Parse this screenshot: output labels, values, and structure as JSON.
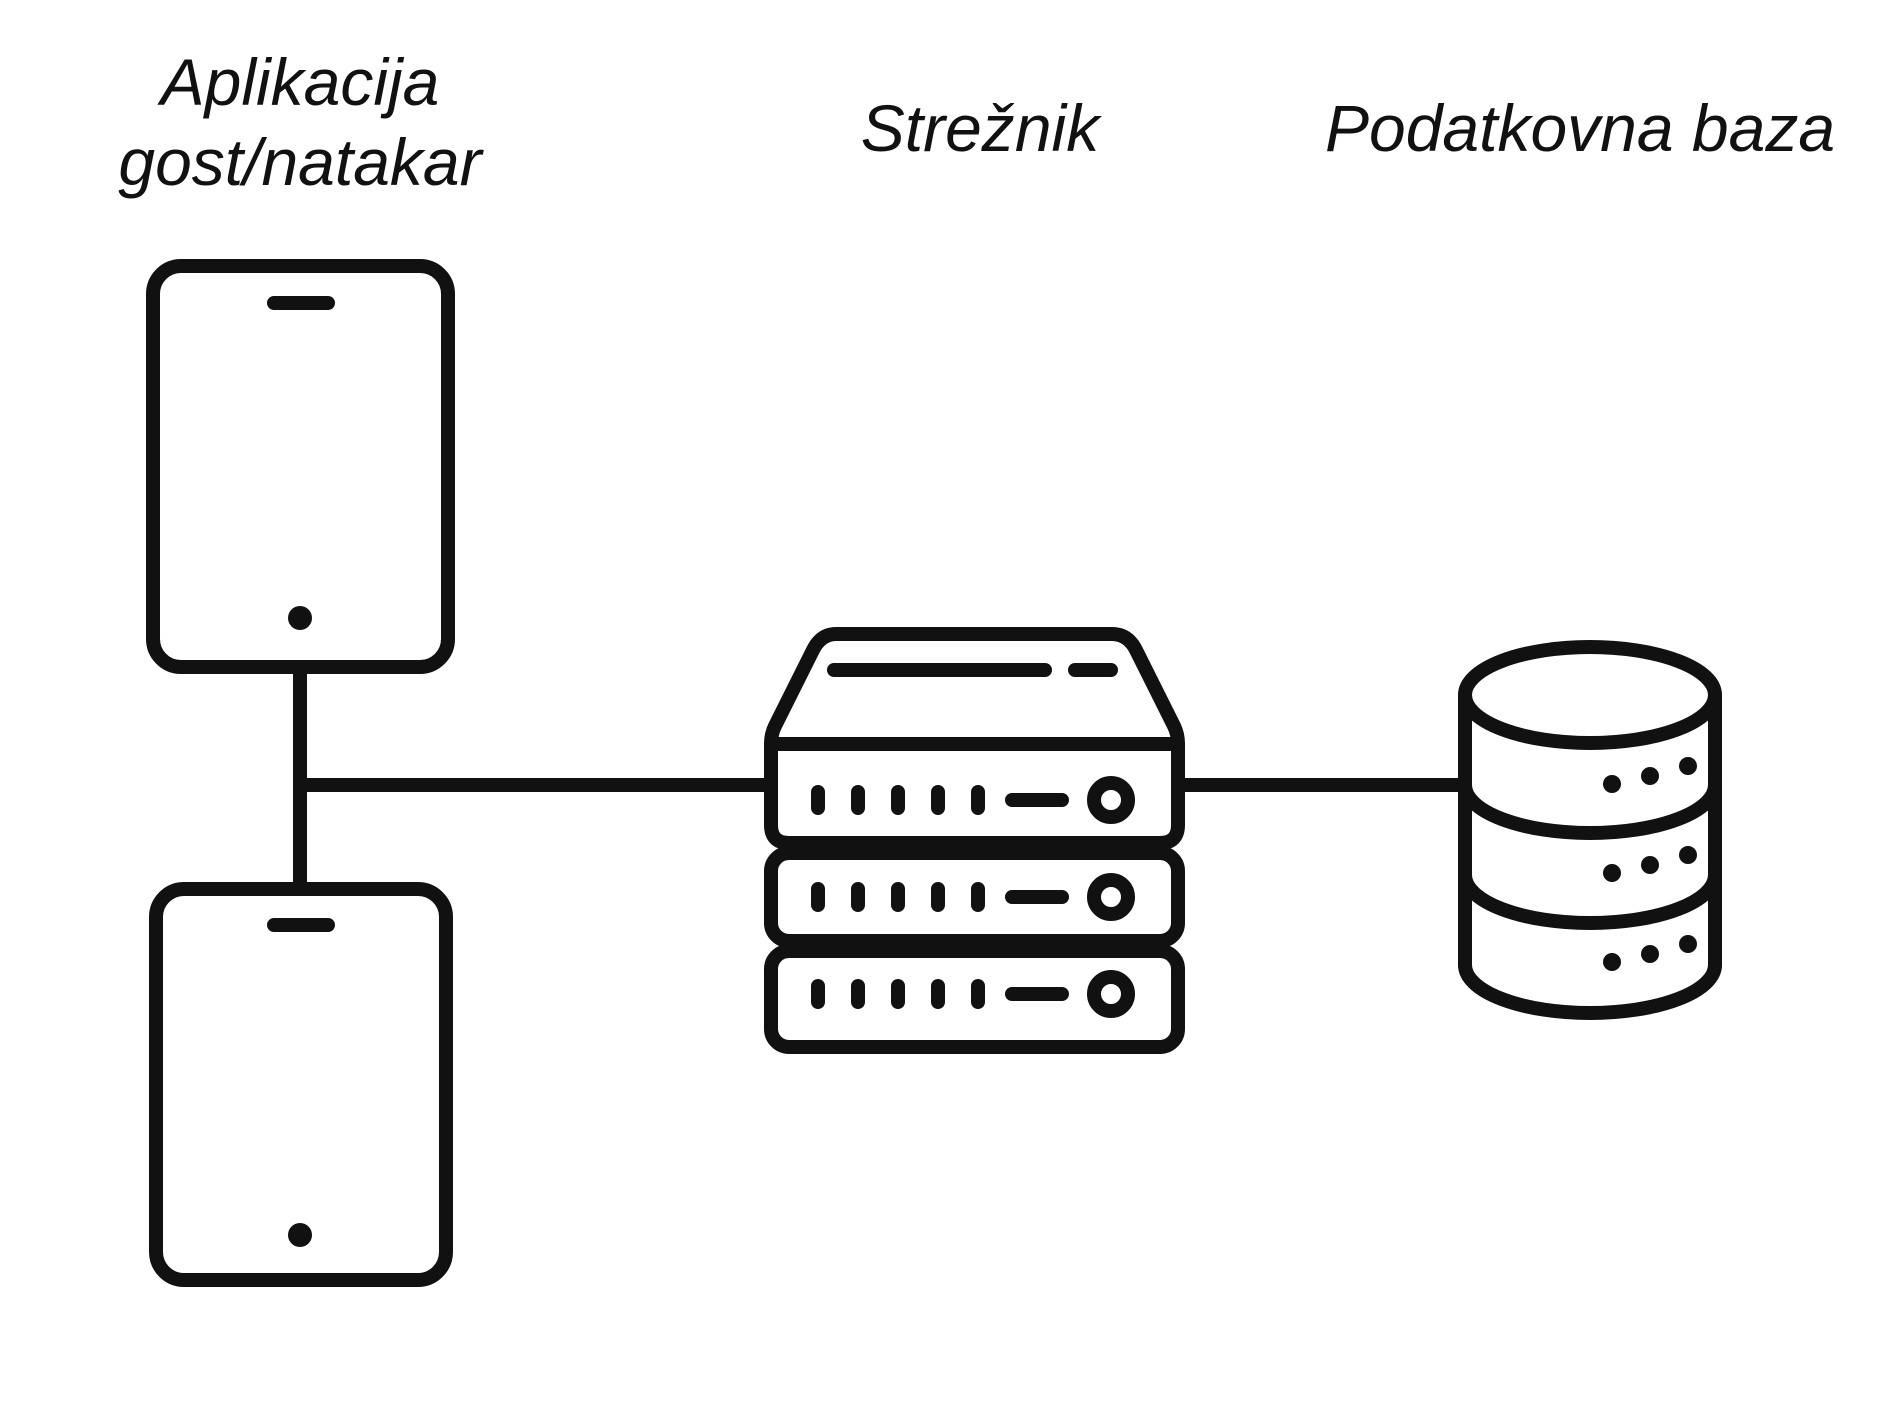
{
  "diagram": {
    "nodes": {
      "app": {
        "title_line1": "Aplikacija",
        "title_line2": "gost/natakar",
        "icon": "tablet-icon",
        "count": 2
      },
      "server": {
        "title": "Strežnik",
        "icon": "server-rack-icon"
      },
      "database": {
        "title": "Podatkovna baza",
        "icon": "database-icon"
      }
    },
    "edges": [
      {
        "from": "app",
        "to": "server"
      },
      {
        "from": "server",
        "to": "database"
      }
    ],
    "colors": {
      "stroke": "#111111",
      "background": "#ffffff"
    }
  }
}
